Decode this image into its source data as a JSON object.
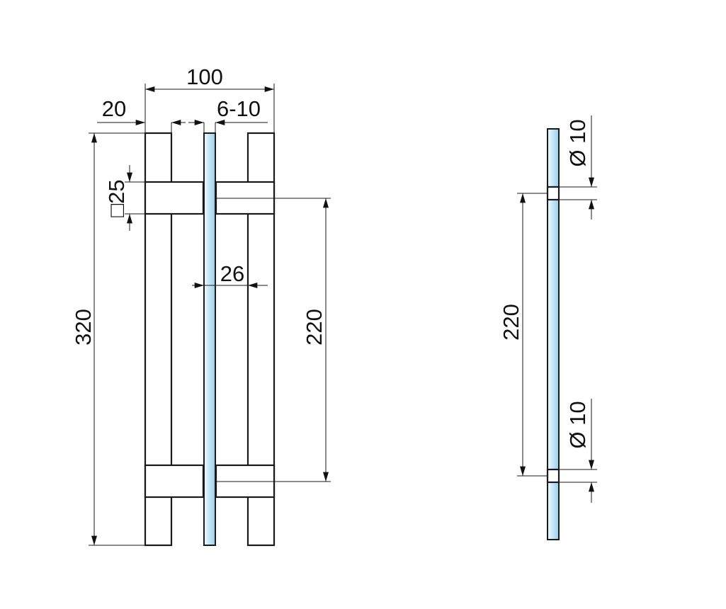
{
  "front_view": {
    "dims": {
      "overall_width": "100",
      "handle_offset": "20",
      "glass_thickness": "6-10",
      "bar_section": "□25",
      "glass_to_bar": "26",
      "height": "320",
      "center_distance": "220"
    }
  },
  "side_view": {
    "dims": {
      "hole_top": "Ø 10",
      "hole_bottom": "Ø 10",
      "center_distance": "220"
    }
  },
  "colors": {
    "glass_light": "#eef8fd",
    "glass_dark": "#9fd3ee",
    "line": "#1a1a1a"
  }
}
